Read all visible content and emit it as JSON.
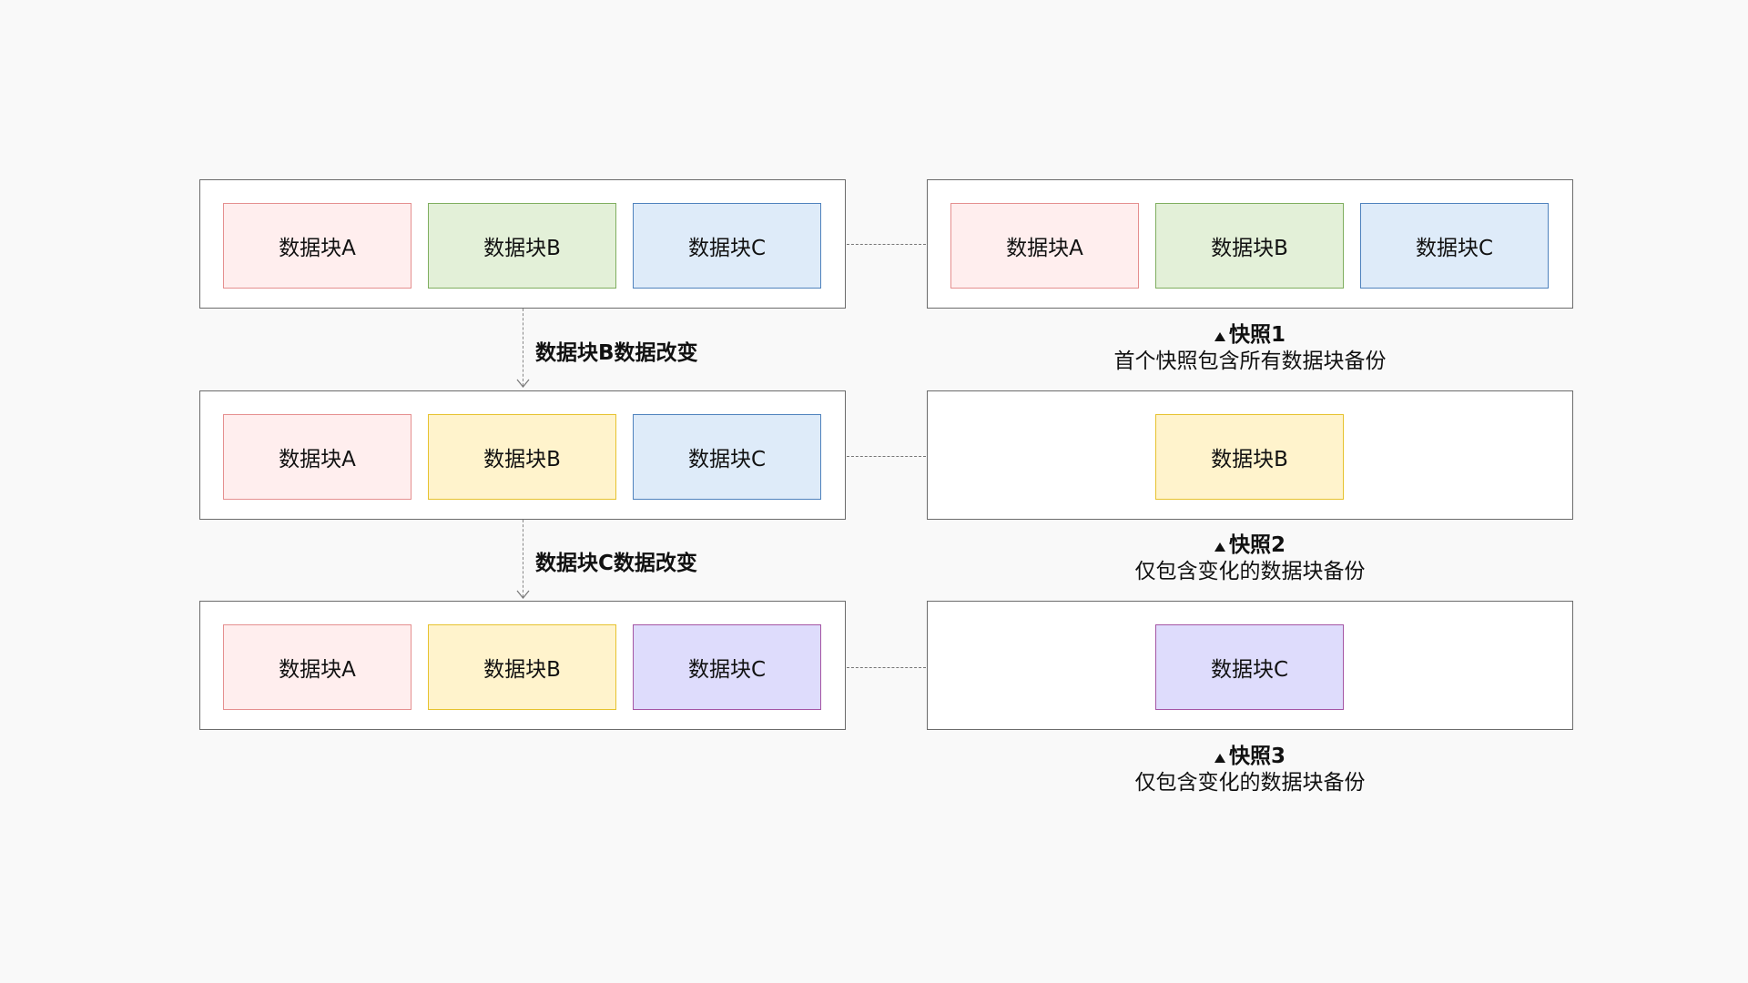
{
  "colors": {
    "block_a_fill": "#ffeeee",
    "block_a_border": "#e58f8f",
    "block_b_fill": "#e3f0d8",
    "block_b_border": "#7fae5f",
    "block_b_changed_fill": "#fff3cc",
    "block_b_changed_border": "#e6c22e",
    "block_c_fill": "#deebf9",
    "block_c_border": "#4f82bd",
    "block_c_changed_fill": "#dedcfc",
    "block_c_changed_border": "#a455a4"
  },
  "states": [
    {
      "blocks": [
        "数据块A",
        "数据块B",
        "数据块C"
      ]
    },
    {
      "blocks": [
        "数据块A",
        "数据块B",
        "数据块C"
      ]
    },
    {
      "blocks": [
        "数据块A",
        "数据块B",
        "数据块C"
      ]
    }
  ],
  "changes": [
    "数据块B数据改变",
    "数据块C数据改变"
  ],
  "snapshots": [
    {
      "blocks": [
        "数据块A",
        "数据块B",
        "数据块C"
      ],
      "title": "快照1",
      "description": "首个快照包含所有数据块备份"
    },
    {
      "blocks": [
        "数据块B"
      ],
      "title": "快照2",
      "description": "仅包含变化的数据块备份"
    },
    {
      "blocks": [
        "数据块C"
      ],
      "title": "快照3",
      "description": "仅包含变化的数据块备份"
    }
  ]
}
